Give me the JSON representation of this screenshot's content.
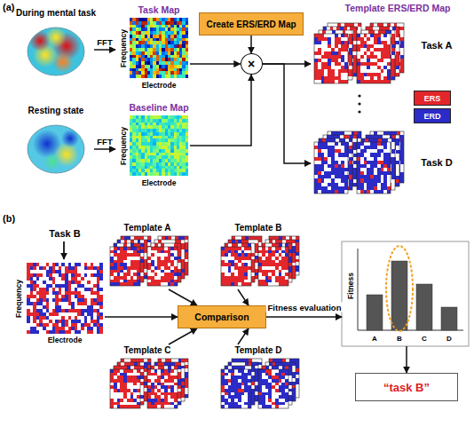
{
  "diagram": {
    "nodes": [
      {
        "text": [
          "During mental task"
        ]
      },
      {
        "text": [
          "Resting state"
        ]
      },
      {
        "text": [
          "Task Map",
          "Frequency",
          "Electrode"
        ]
      },
      {
        "text": [
          "Baseline Map",
          "Frequency",
          "Electrode"
        ]
      },
      {
        "text": [
          "Create ERS/ERD Map"
        ]
      },
      {
        "text": [
          "×"
        ]
      },
      {
        "text": [
          "Template ERS/ERD Map",
          "Task A"
        ]
      },
      {
        "text": [
          "Task D"
        ]
      },
      {
        "text": [
          "Task B",
          "Frequency",
          "Electrode"
        ]
      },
      {
        "text": [
          "Template A"
        ]
      },
      {
        "text": [
          "Template B"
        ]
      },
      {
        "text": [
          "Template C"
        ]
      },
      {
        "text": [
          "Template D"
        ]
      },
      {
        "text": [
          "Comparison"
        ]
      },
      {
        "text": [
          "Fitness",
          "A",
          "B",
          "C",
          "D"
        ]
      },
      {
        "text": [
          "“task B”"
        ]
      }
    ],
    "edges": [
      {
        "from": 0,
        "to": 2,
        "label": "FFT",
        "arrow": "to"
      },
      {
        "from": 1,
        "to": 3,
        "label": "FFT",
        "arrow": "to"
      },
      {
        "from": 2,
        "to": 5,
        "arrow": "to"
      },
      {
        "from": 3,
        "to": 5,
        "arrow": "to"
      },
      {
        "from": 4,
        "to": 5,
        "arrow": "to"
      },
      {
        "from": 5,
        "to": 6,
        "arrow": "to"
      },
      {
        "from": 5,
        "to": 7,
        "arrow": "to"
      },
      {
        "from": 8,
        "to": 13,
        "arrow": "to"
      },
      {
        "from": 9,
        "to": 13,
        "arrow": "to"
      },
      {
        "from": 10,
        "to": 13,
        "arrow": "to"
      },
      {
        "from": 11,
        "to": 13,
        "arrow": "to"
      },
      {
        "from": 12,
        "to": 13,
        "arrow": "to"
      },
      {
        "from": 13,
        "to": 14,
        "label": "Fitness evaluation",
        "arrow": "to"
      },
      {
        "from": 14,
        "to": 15,
        "arrow": "to"
      }
    ],
    "labels": [
      "(a)",
      "(b)"
    ],
    "legend": [
      {
        "text": "ERS",
        "color": "#e3262b"
      },
      {
        "text": "ERD",
        "color": "#2b2bc8"
      }
    ]
  }
}
